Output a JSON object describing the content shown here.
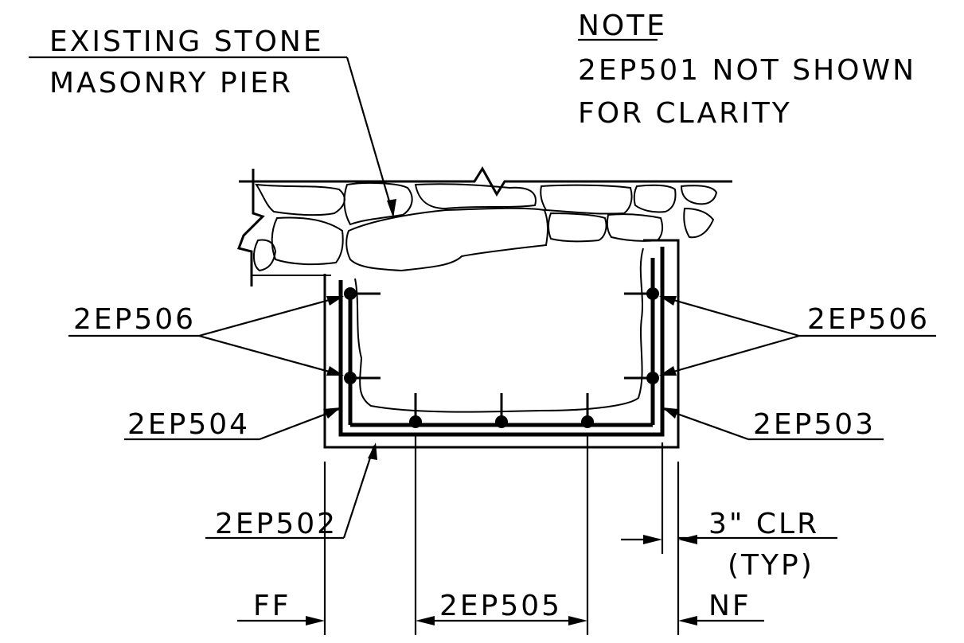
{
  "labels": {
    "existing_line1": "EXISTING STONE",
    "existing_line2": "MASONRY PIER",
    "note_title": "NOTE",
    "note_line1": "2EP501 NOT SHOWN",
    "note_line2": "FOR CLARITY",
    "bar_506_left": "2EP506",
    "bar_506_right": "2EP506",
    "bar_504": "2EP504",
    "bar_503": "2EP503",
    "bar_502": "2EP502",
    "bar_505": "2EP505",
    "clr_line1": "3\" CLR",
    "clr_line2": "(TYP)",
    "ff": "FF",
    "nf": "NF"
  },
  "colors": {
    "ink": "#000000",
    "background": "#ffffff"
  }
}
